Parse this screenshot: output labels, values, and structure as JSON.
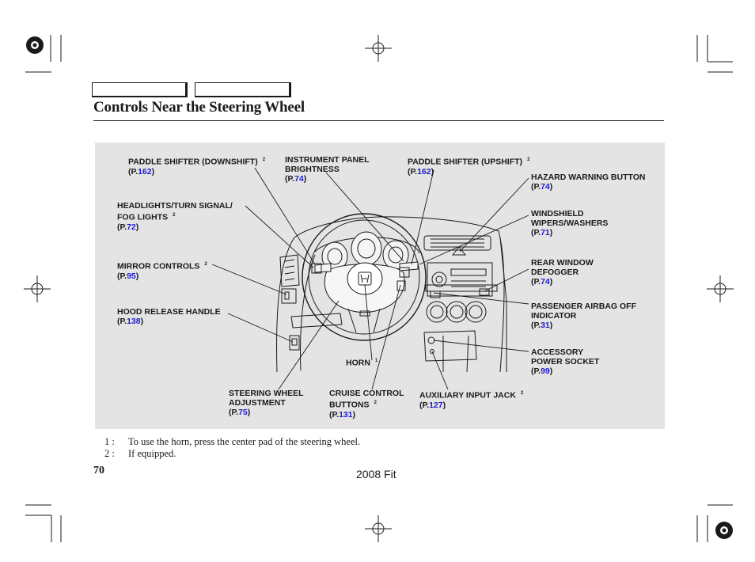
{
  "header": {
    "title": "Controls Near the Steering Wheel"
  },
  "labels": [
    {
      "id": "paddle-down",
      "lines": [
        "PADDLE SHIFTER (DOWNSHIFT)"
      ],
      "sup": "2",
      "ref": "162"
    },
    {
      "id": "instrument",
      "lines": [
        "INSTRUMENT PANEL",
        "BRIGHTNESS"
      ],
      "sup": "",
      "ref": "74"
    },
    {
      "id": "paddle-up",
      "lines": [
        "PADDLE SHIFTER (UPSHIFT)"
      ],
      "sup": "2",
      "ref": "162"
    },
    {
      "id": "hazard",
      "lines": [
        "HAZARD WARNING BUTTON"
      ],
      "sup": "",
      "ref": "74"
    },
    {
      "id": "headlights",
      "lines": [
        "HEADLIGHTS/TURN SIGNAL/",
        "FOG LIGHTS"
      ],
      "sup": "2",
      "ref": "72"
    },
    {
      "id": "wipers",
      "lines": [
        "WINDSHIELD",
        "WIPERS/WASHERS"
      ],
      "sup": "",
      "ref": "71"
    },
    {
      "id": "mirror",
      "lines": [
        "MIRROR CONTROLS"
      ],
      "sup": "2",
      "ref": "95"
    },
    {
      "id": "defogger",
      "lines": [
        "REAR WINDOW",
        "DEFOGGER"
      ],
      "sup": "",
      "ref": "74"
    },
    {
      "id": "hood",
      "lines": [
        "HOOD RELEASE HANDLE"
      ],
      "sup": "",
      "ref": "138"
    },
    {
      "id": "airbag",
      "lines": [
        "PASSENGER AIRBAG OFF",
        "INDICATOR"
      ],
      "sup": "",
      "ref": "31"
    },
    {
      "id": "accessory",
      "lines": [
        "ACCESSORY",
        "POWER SOCKET"
      ],
      "sup": "",
      "ref": "99"
    },
    {
      "id": "horn",
      "lines": [
        "HORN"
      ],
      "sup": "1",
      "ref": ""
    },
    {
      "id": "steering",
      "lines": [
        "STEERING WHEEL",
        "ADJUSTMENT"
      ],
      "sup": "",
      "ref": "75"
    },
    {
      "id": "cruise",
      "lines": [
        "CRUISE CONTROL",
        "BUTTONS"
      ],
      "sup": "2",
      "ref": "131"
    },
    {
      "id": "aux",
      "lines": [
        "AUXILIARY INPUT JACK"
      ],
      "sup": "2",
      "ref": "127"
    }
  ],
  "ref_prefix": "P.",
  "footnotes": [
    {
      "key": "1 :",
      "text": "To use the horn, press the center pad of the steering wheel."
    },
    {
      "key": "2 :",
      "text": "If equipped."
    }
  ],
  "page_number": "70",
  "footer_text": "2008  Fit"
}
